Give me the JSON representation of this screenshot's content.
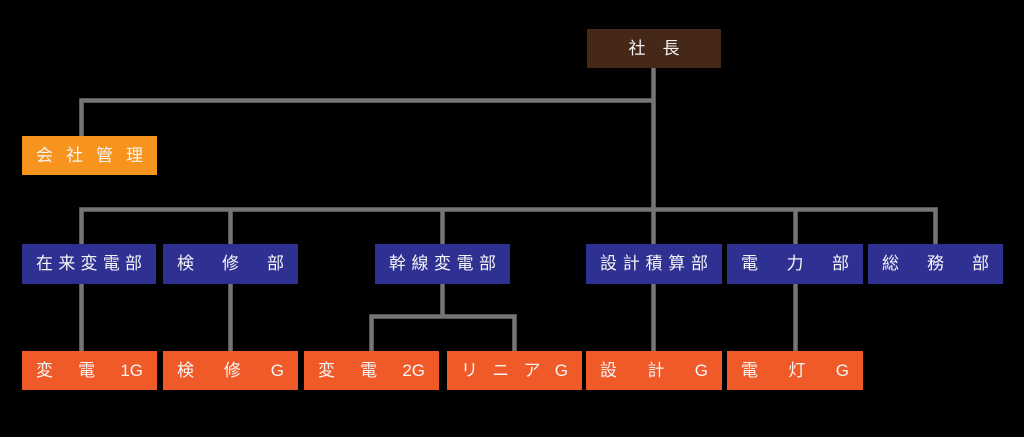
{
  "palette": {
    "background": "#000000",
    "connector": "#757575",
    "text": "#f5f5f5",
    "president_bg": "#452817",
    "admin_bg": "#f7941e",
    "department_bg": "#2e3192",
    "group_bg": "#f05a28"
  },
  "org_chart": {
    "president": {
      "label": "社　長"
    },
    "company_admin": {
      "label": "会 社 管 理"
    },
    "departments": [
      {
        "id": "conventional-substation",
        "label": "在来変電部"
      },
      {
        "id": "inspection",
        "label": "検 修 部"
      },
      {
        "id": "trunk-substation",
        "label": "幹線変電部"
      },
      {
        "id": "design-estimation",
        "label": "設計積算部"
      },
      {
        "id": "power",
        "label": "電 力 部"
      },
      {
        "id": "general-affairs",
        "label": "総 務 部"
      }
    ],
    "groups": [
      {
        "id": "substation-1g",
        "label": "変 電 1G"
      },
      {
        "id": "inspection-g",
        "label": "検 修 G"
      },
      {
        "id": "substation-2g",
        "label": "変 電 2G"
      },
      {
        "id": "linear-g",
        "label": "リ ニ ア G"
      },
      {
        "id": "design-g",
        "label": "設 計 G"
      },
      {
        "id": "electric-light-g",
        "label": "電 灯 G"
      }
    ]
  }
}
